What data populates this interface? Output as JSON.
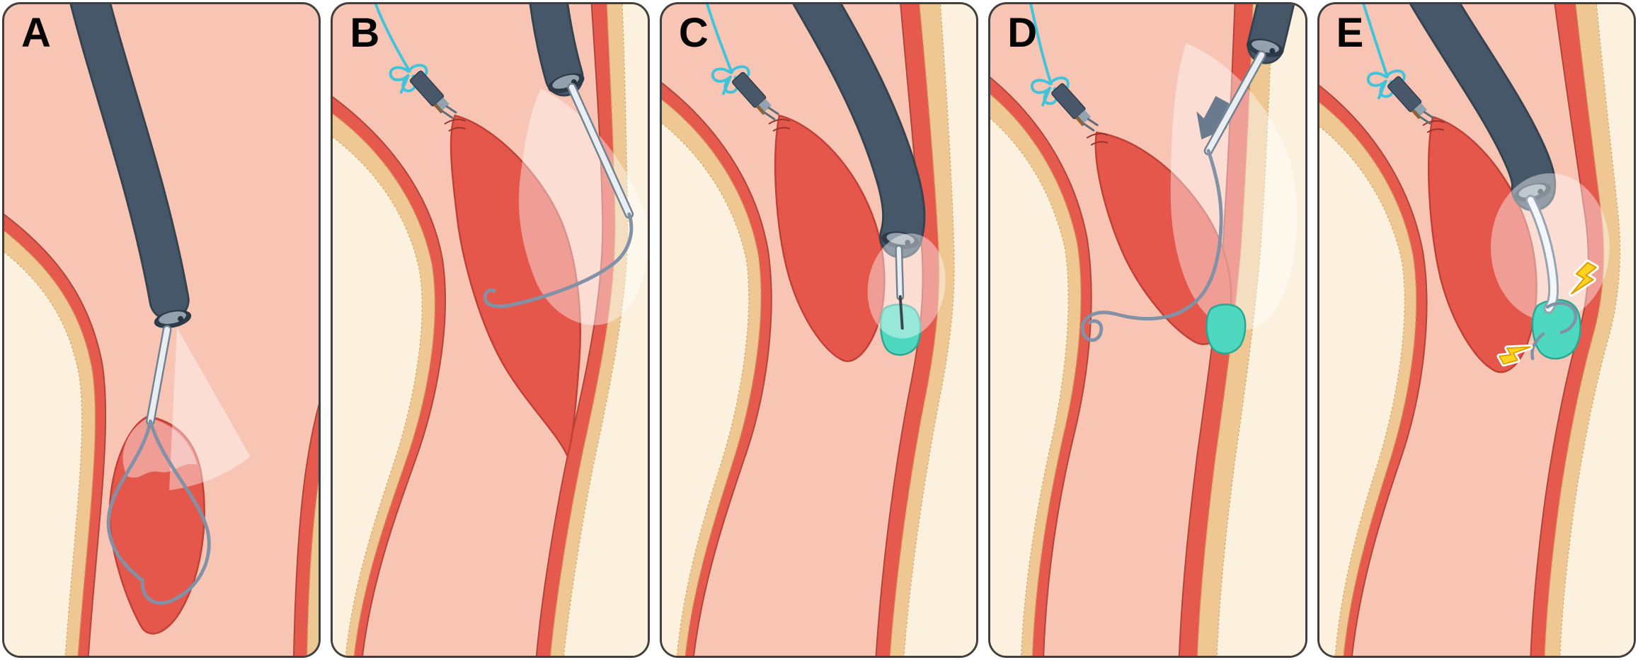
{
  "figure": {
    "type": "medical-procedure-illustration",
    "panels": [
      {
        "id": "panel-a",
        "label": "A"
      },
      {
        "id": "panel-b",
        "label": "B"
      },
      {
        "id": "panel-c",
        "label": "C"
      },
      {
        "id": "panel-d",
        "label": "D"
      },
      {
        "id": "panel-e",
        "label": "E"
      }
    ]
  },
  "colors": {
    "lumen": "#f8c5b4",
    "wall_red": "#e65a4e",
    "wall_red_line": "#b2453a",
    "wall_tan": "#eec793",
    "wall_tan_line": "#cf9a5f",
    "wall_cream": "#fcf1de",
    "lesion": "#e6574b",
    "lesion_outline": "#bf4138",
    "scope": "#47576a",
    "scope_dark": "#35434f",
    "scope_cap": "#2d3b49",
    "scope_cap_inner": "#93a1af",
    "catheter_outer": "#72828f",
    "catheter_inner": "#e9eef3",
    "snare": "#8292a6",
    "thread": "#3ec5dc",
    "clip_body": "#48586a",
    "clip_neck": "#93a2b0",
    "clip_brown": "#8a6434",
    "teal_clip": "#4ed8c0",
    "teal_outline": "#2aa693",
    "arrow": "#6a7a8e",
    "bolt_fill": "#ffd21f",
    "bolt_stroke": "#e09d00",
    "panel_border": "#404040",
    "highlight": "rgba(255,255,255,0.42)"
  }
}
